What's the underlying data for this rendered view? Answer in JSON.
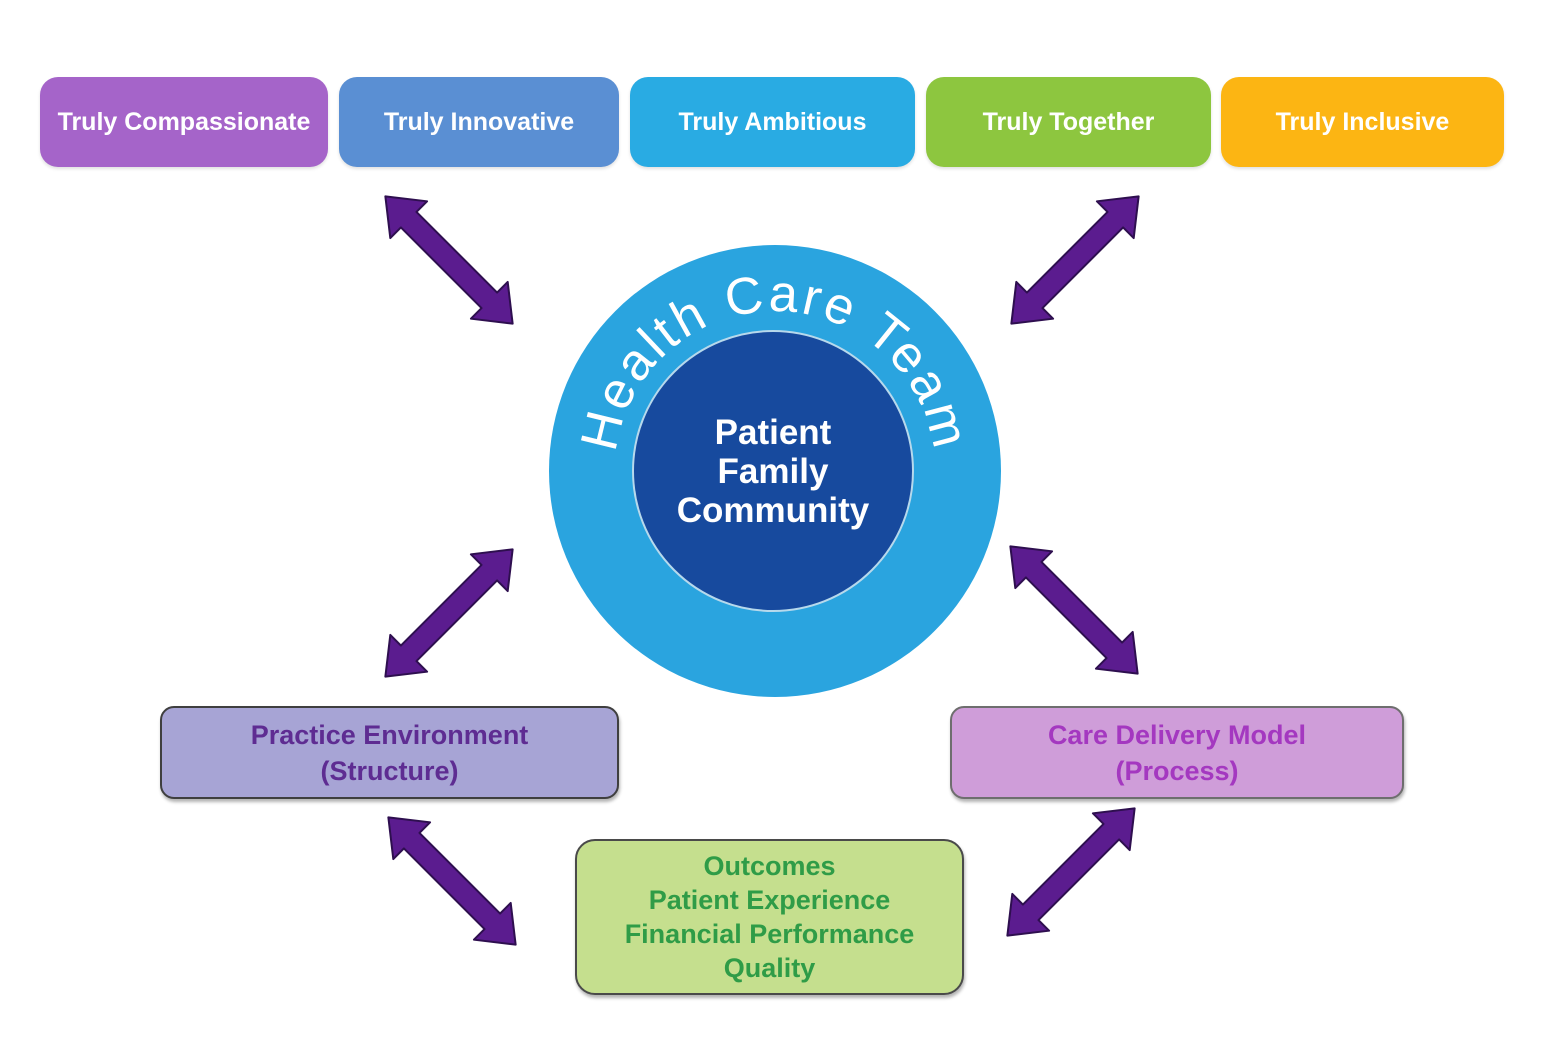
{
  "values_row": [
    {
      "label": "Truly Compassionate",
      "color": "#a564c9"
    },
    {
      "label": "Truly Innovative",
      "color": "#5a8fd3"
    },
    {
      "label": "Truly Ambitious",
      "color": "#29abe3"
    },
    {
      "label": "Truly Together",
      "color": "#8dc63f"
    },
    {
      "label": "Truly Inclusive",
      "color": "#fcb513"
    }
  ],
  "center_circle": {
    "ring_label": "Health Care Team",
    "ring_color": "#2aa4df",
    "core_color": "#174a9e",
    "core_lines": [
      "Patient",
      "Family",
      "Community"
    ]
  },
  "practice_box": {
    "line1": "Practice Environment",
    "line2": "(Structure)",
    "fill": "#a7a4d5",
    "text_color": "#5e2c92"
  },
  "care_box": {
    "line1": "Care Delivery Model",
    "line2": "(Process)",
    "fill": "#cf9dd9",
    "text_color": "#a438c0"
  },
  "outcomes_box": {
    "lines": [
      "Outcomes",
      "Patient Experience",
      "Financial Performance",
      "Quality"
    ],
    "fill": "#c5df8e",
    "text_color": "#2f9c47"
  },
  "arrow_color": "#5b1c8f"
}
